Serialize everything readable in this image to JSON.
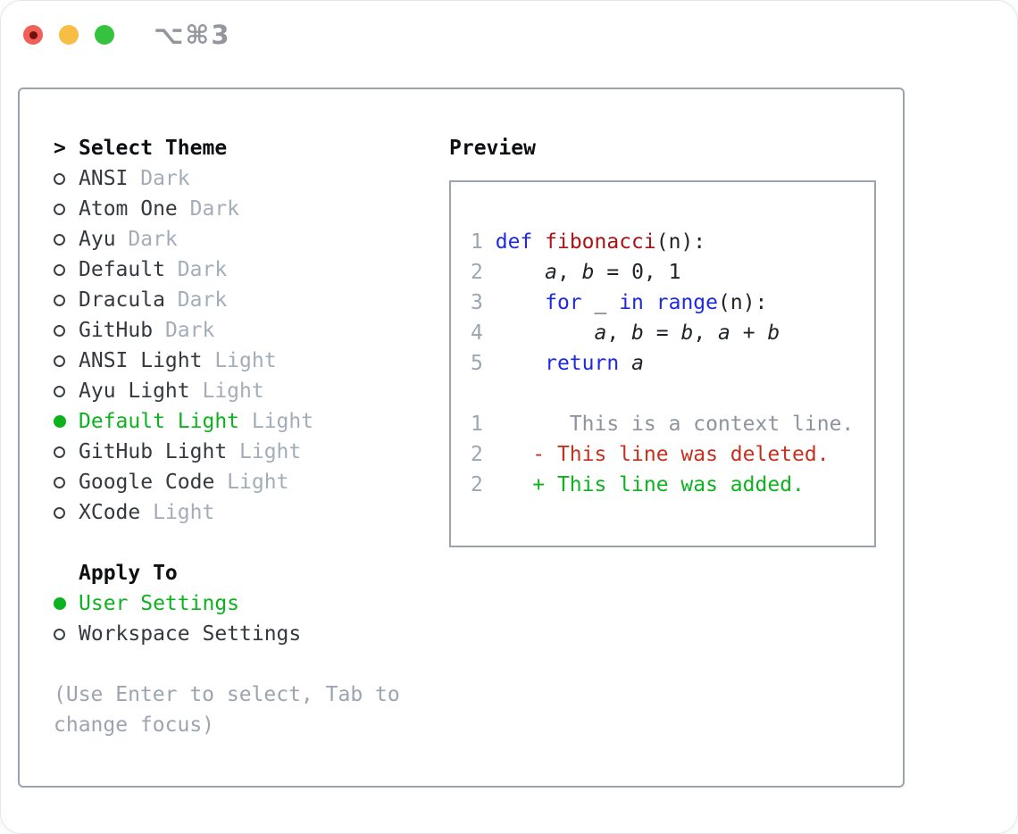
{
  "titlebar": {
    "shortcut": "⌥⌘3",
    "buttons": [
      "close-button",
      "minimize-button",
      "zoom-button"
    ]
  },
  "theme_selector": {
    "title_marker": ">",
    "title": "Select Theme",
    "items": [
      {
        "name": "ANSI",
        "variant": "Dark",
        "selected": false
      },
      {
        "name": "Atom One",
        "variant": "Dark",
        "selected": false
      },
      {
        "name": "Ayu",
        "variant": "Dark",
        "selected": false
      },
      {
        "name": "Default",
        "variant": "Dark",
        "selected": false
      },
      {
        "name": "Dracula",
        "variant": "Dark",
        "selected": false
      },
      {
        "name": "GitHub",
        "variant": "Dark",
        "selected": false
      },
      {
        "name": "ANSI Light",
        "variant": "Light",
        "selected": false
      },
      {
        "name": "Ayu Light",
        "variant": "Light",
        "selected": false
      },
      {
        "name": "Default Light",
        "variant": "Light",
        "selected": true
      },
      {
        "name": "GitHub Light",
        "variant": "Light",
        "selected": false
      },
      {
        "name": "Google Code",
        "variant": "Light",
        "selected": false
      },
      {
        "name": "XCode",
        "variant": "Light",
        "selected": false
      }
    ],
    "apply_to": {
      "title": "Apply To",
      "options": [
        {
          "name": "User Settings",
          "selected": true
        },
        {
          "name": "Workspace Settings",
          "selected": false
        }
      ]
    },
    "hint": "(Use Enter to select, Tab to change focus)"
  },
  "preview": {
    "title": "Preview",
    "code_lines": [
      [
        [
          "1",
          "ln"
        ],
        [
          " ",
          "p"
        ],
        [
          "def",
          "kw"
        ],
        [
          " ",
          "p"
        ],
        [
          "fibonacci",
          "fn"
        ],
        [
          "(n):",
          "p"
        ]
      ],
      [
        [
          "2",
          "ln"
        ],
        [
          "     ",
          "p"
        ],
        [
          "a",
          "v"
        ],
        [
          ", ",
          "p"
        ],
        [
          "b",
          "v"
        ],
        [
          " = 0, 1",
          "p"
        ]
      ],
      [
        [
          "3",
          "ln"
        ],
        [
          "     ",
          "p"
        ],
        [
          "for",
          "kw"
        ],
        [
          " _ ",
          "p"
        ],
        [
          "in",
          "kw"
        ],
        [
          " ",
          "p"
        ],
        [
          "range",
          "kw"
        ],
        [
          "(n):",
          "p"
        ]
      ],
      [
        [
          "4",
          "ln"
        ],
        [
          "         ",
          "p"
        ],
        [
          "a",
          "v"
        ],
        [
          ", ",
          "p"
        ],
        [
          "b",
          "v"
        ],
        [
          " = ",
          "p"
        ],
        [
          "b",
          "v"
        ],
        [
          ", ",
          "p"
        ],
        [
          "a",
          "v"
        ],
        [
          " + ",
          "p"
        ],
        [
          "b",
          "v"
        ]
      ],
      [
        [
          "5",
          "ln"
        ],
        [
          "     ",
          "p"
        ],
        [
          "return",
          "kw"
        ],
        [
          " ",
          "p"
        ],
        [
          "a",
          "v"
        ]
      ],
      [],
      [
        [
          "1",
          "ln"
        ],
        [
          "       ",
          "p"
        ],
        [
          "This is a context line.",
          "ctx"
        ]
      ],
      [
        [
          "2",
          "ln"
        ],
        [
          "    ",
          "p"
        ],
        [
          "- This line was deleted.",
          "del"
        ]
      ],
      [
        [
          "2",
          "ln"
        ],
        [
          "    ",
          "p"
        ],
        [
          "+ This line was added.",
          "add"
        ]
      ]
    ]
  },
  "colors": {
    "accent_green": "#0db21f",
    "deleted_red": "#c5301f",
    "function_red": "#a81414",
    "keyword_blue": "#1e2ae0",
    "line_number_gray": "#9ba6b2",
    "variant_gray": "#a3adba",
    "hint_gray": "#9ba4b0",
    "context_gray": "#8d949d",
    "panel_border": "#9aa4ae",
    "traffic_red": "#f16056",
    "traffic_yellow": "#f7bd45",
    "traffic_green": "#35c23f"
  }
}
